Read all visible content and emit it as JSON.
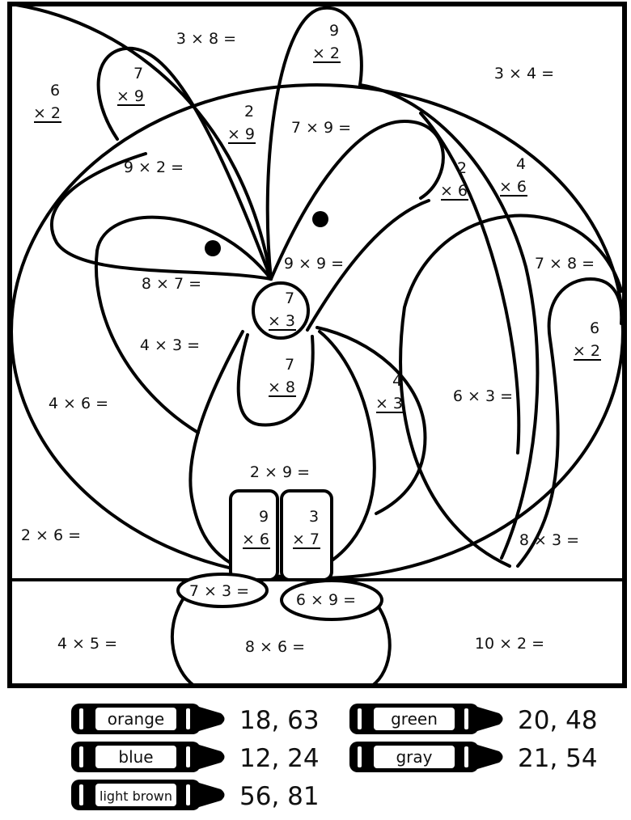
{
  "problems_horizontal": [
    "3 × 8 =",
    "3 × 4 =",
    "7 × 9 =",
    "9 × 2 =",
    "9 × 9 =",
    "7 × 8 =",
    "8 × 7 =",
    "4 × 3 =",
    "4 × 6 =",
    "6 × 3 =",
    "2 × 9 =",
    "2 × 6 =",
    "8 × 3 =",
    "7 × 3 =",
    "6 × 9 =",
    "4 × 5 =",
    "8 × 6 =",
    "10 × 2 ="
  ],
  "problems_vertical": [
    {
      "top": "9",
      "bottom": "× 2"
    },
    {
      "top": "7",
      "bottom": "× 9"
    },
    {
      "top": "6",
      "bottom": "× 2"
    },
    {
      "top": "2",
      "bottom": "× 9"
    },
    {
      "top": "2",
      "bottom": "× 6"
    },
    {
      "top": "4",
      "bottom": "× 6"
    },
    {
      "top": "7",
      "bottom": "× 3"
    },
    {
      "top": "6",
      "bottom": "× 2"
    },
    {
      "top": "7",
      "bottom": "× 8"
    },
    {
      "top": "4",
      "bottom": "× 3"
    },
    {
      "top": "9",
      "bottom": "× 6"
    },
    {
      "top": "3",
      "bottom": "× 7"
    }
  ],
  "legend": [
    {
      "color": "orange",
      "answers": "18, 63"
    },
    {
      "color": "blue",
      "answers": "12, 24"
    },
    {
      "color": "light brown",
      "answers": "56, 81"
    },
    {
      "color": "green",
      "answers": "20, 48"
    },
    {
      "color": "gray",
      "answers": "21, 54"
    }
  ]
}
